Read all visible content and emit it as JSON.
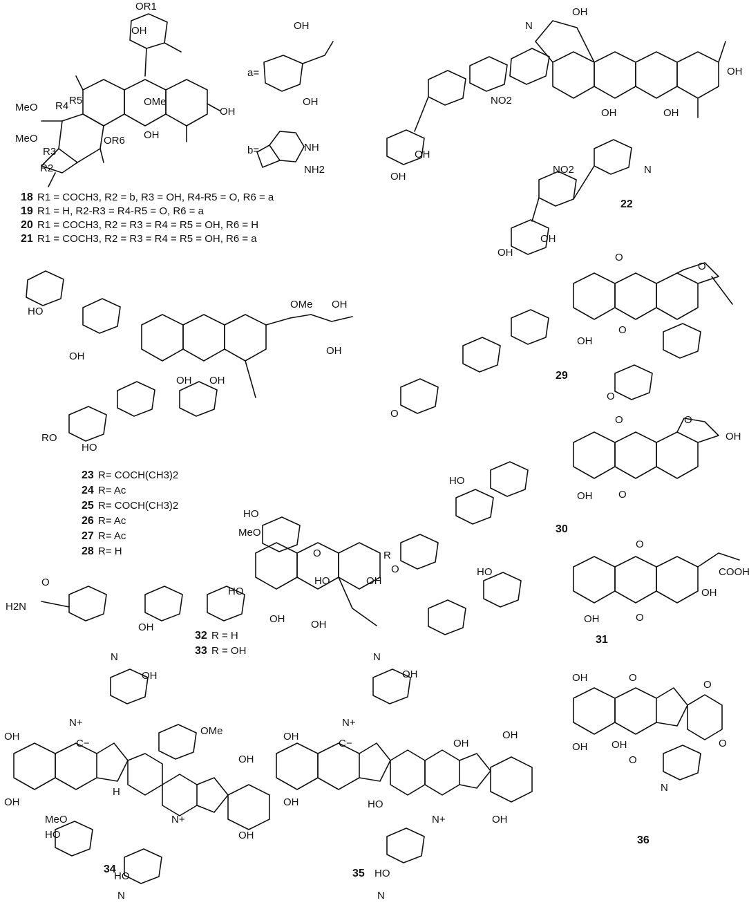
{
  "compounds": [
    {
      "id": "18",
      "caption": "R1 = COCH3, R2 = b, R3 = OH, R4-R5 = O, R6 = a"
    },
    {
      "id": "19",
      "caption": "R1 = H, R2-R3 = R4-R5 = O, R6 = a"
    },
    {
      "id": "20",
      "caption": "R1 = COCH3, R2 = R3 = R4 = R5 = OH, R6 = H"
    },
    {
      "id": "21",
      "caption": "R1 = COCH3, R2 = R3 = R4 = R5 = OH, R6 = a"
    },
    {
      "id": "22",
      "caption": ""
    },
    {
      "id": "23",
      "caption": "R= COCH(CH3)2"
    },
    {
      "id": "24",
      "caption": "R= Ac"
    },
    {
      "id": "25",
      "caption": "R= COCH(CH3)2"
    },
    {
      "id": "26",
      "caption": "R= Ac"
    },
    {
      "id": "27",
      "caption": "R= Ac"
    },
    {
      "id": "28",
      "caption": "R= H"
    },
    {
      "id": "29",
      "caption": ""
    },
    {
      "id": "30",
      "caption": ""
    },
    {
      "id": "31",
      "caption": ""
    },
    {
      "id": "32",
      "caption": "R = H"
    },
    {
      "id": "33",
      "caption": "R = OH"
    },
    {
      "id": "34",
      "caption": ""
    },
    {
      "id": "35",
      "caption": ""
    },
    {
      "id": "36",
      "caption": ""
    }
  ],
  "substituent_keys": {
    "a": "a=",
    "b": "b="
  },
  "atom_labels": {
    "oh": "OH",
    "ome": "OMe",
    "meo": "MeO",
    "o": "O",
    "n": "N",
    "nh": "NH",
    "nh2": "NH2",
    "no2": "NO2",
    "cooh": "COOH",
    "h2n": "H2N",
    "ho": "HO",
    "r": "R",
    "ro": "RO",
    "h": "H",
    "or1": "OR1",
    "or6": "OR6",
    "r2": "R2",
    "r3": "R3",
    "r4": "R4",
    "r5": "R5",
    "n2plus": "N+",
    "c_minus": "C−",
    "n_eq": "N"
  }
}
